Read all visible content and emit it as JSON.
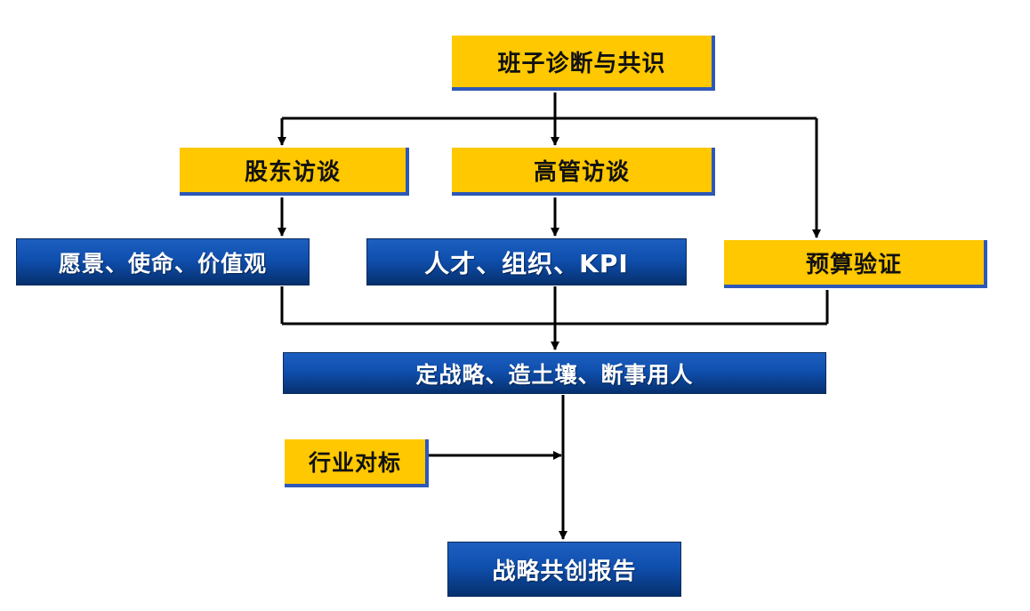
{
  "flowchart": {
    "nodes": {
      "banzi": "班子诊断与共识",
      "gudong": "股东访谈",
      "gaoguan": "高管访谈",
      "yuanjing": "愿景、使命、价值观",
      "rencai": "人才、组织、KPI",
      "yusuan": "预算验证",
      "dingzhan": "定战略、造土壤、断事用人",
      "hangye": "行业对标",
      "baogao": "战略共创报告"
    },
    "colors": {
      "yellow": "#FFC800",
      "yellow_shadow": "#2E58B8",
      "blue": "#0F4FAE",
      "line": "#000000"
    }
  }
}
